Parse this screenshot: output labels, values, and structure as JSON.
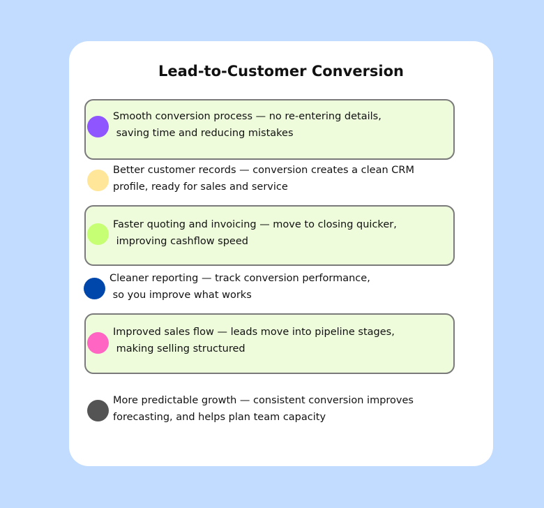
{
  "title": "Lead-to-Customer Conversion",
  "items": [
    {
      "line1": "Smooth conversion process — no re-entering details,",
      "line2": " saving time and reducing mistakes",
      "color": "#8f55ff",
      "highlighted": true
    },
    {
      "line1": "Better customer records — conversion creates a clean CRM",
      "line2": "profile, ready for sales and service",
      "color": "#ffe699",
      "highlighted": false
    },
    {
      "line1": "Faster quoting and invoicing — move to closing quicker,",
      "line2": " improving cashflow speed",
      "color": "#c6ff73",
      "highlighted": true
    },
    {
      "line1": "Cleaner reporting — track conversion performance,",
      "line2": " so you improve what works",
      "color": "#0047ab",
      "highlighted": false
    },
    {
      "line1": "Improved sales flow — leads move into pipeline stages,",
      "line2": " making selling structured",
      "color": "#ff66c4",
      "highlighted": true
    },
    {
      "line1": "More predictable growth — consistent conversion improves",
      "line2": "forecasting, and helps plan team capacity",
      "color": "#545454",
      "highlighted": false
    }
  ]
}
